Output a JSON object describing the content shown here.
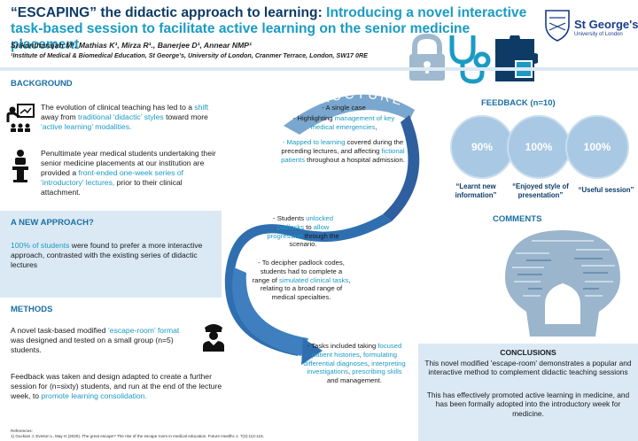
{
  "header": {
    "title_part1": "“ESCAPING” the didactic approach to learning: ",
    "title_part2": "Introducing a novel interactive task-based session to facilitate active learning on the senior medicine placement",
    "authors": "Srikantharajah M¹, Mathias K¹, Mirza R¹., Banerjee D¹, Annear NMP¹",
    "affiliation": "¹Institute of Medical & Biomedical Education, St George’s, University of London, Cranmer Terrace, London, SW17 0RE",
    "logo_name": "St George's",
    "logo_sub": "University of London"
  },
  "icons": {
    "padlock": "padlock-icon",
    "stethoscope": "stethoscope-icon",
    "puzzle": "puzzle-icon",
    "teacher": "teacher-icon",
    "speaker": "speaker-icon",
    "officer": "officer-icon",
    "lightbulb": "lightbulb-word-cloud"
  },
  "colors": {
    "dark_blue": "#0d3b66",
    "teal": "#1b9bc4",
    "heading_blue": "#1a6fa3",
    "light_box": "#dbe9f5",
    "circle": "#a9c8e3"
  },
  "background": {
    "heading": "BACKGROUND",
    "p1_a": "The evolution of clinical teaching has led to a ",
    "p1_b": "shift",
    "p1_c": " away from ",
    "p1_d": "traditional ‘didactic’ styles",
    "p1_e": " toward more ",
    "p1_f": "‘active learning’ modalities.",
    "p2_a": "Penultimate year medical students undertaking their senior medicine placements at our institution are provided a ",
    "p2_b": "front-ended one-week series of  ‘introductory’ lectures,",
    "p2_c": " prior to their clinical attachment."
  },
  "approach": {
    "heading": "A NEW APPROACH?",
    "a": "100% of students",
    "b": " were found to prefer a more interactive approach, contrasted with the existing series of didactic lectures"
  },
  "methods": {
    "heading": "METHODS",
    "p1_a": "A novel task-based modified ",
    "p1_b": "‘escape-room’ format",
    "p1_c": " was designed and tested on a small  group (n=5) students.",
    "p2_a": "Feedback was taken and design adapted to create a further session for (n=sixty) students, and run at the end of the lecture week, to ",
    "p2_b": "promote learning consolidation."
  },
  "structure": {
    "arc_label": "STRUCTURE",
    "b1": "- A single case",
    "b2_a": "- Highlighting ",
    "b2_b": "management of key medical emergencies",
    "b2_c": ",",
    "b3_a": "- Mapped to learning",
    "b3_b": " covered during the preceding lectures, and affecting ",
    "b3_c": "fictional patients",
    "b3_d": " throughout a hospital admission.",
    "b4_a": "- Students ",
    "b4_b": "unlocked padlocks",
    "b4_c": " to ",
    "b4_d": "allow progression",
    "b4_e": " through the scenario.",
    "b5_a": "- To decipher padlock codes, students had to complete a range of ",
    "b5_b": "simulated clinical tasks",
    "b5_c": ", relating to a broad range of medical specialties.",
    "b6_a": "- Tasks included taking ",
    "b6_b": "focused patient histories",
    "b6_c": ", ",
    "b6_d": "formulating differential diagnoses",
    "b6_e": ", ",
    "b6_f": "interpreting investigations",
    "b6_g": ", ",
    "b6_h": "prescribing skills",
    "b6_i": " and management."
  },
  "feedback": {
    "heading": "FEEDBACK (n=10)",
    "items": [
      {
        "value": "90%",
        "label": "“Learnt new information”"
      },
      {
        "value": "100%",
        "label": "“Enjoyed style of presentation”"
      },
      {
        "value": "100%",
        "label": "“Useful session”"
      }
    ]
  },
  "comments": {
    "heading": "COMMENTS"
  },
  "conclusions": {
    "heading": "CONCLUSIONS",
    "p1": "This novel modified 'escape-room' demonstrates a popular and interactive method to complement didactic teaching sessions",
    "p2": "This has effectively promoted active learning in medicine, and has been formally adopted into the introductory week for medicine."
  },
  "references": {
    "heading": "References:",
    "r1": "1) Guckian J, Eveson L, May H (2020). The great escape? The rise of the escape room in medical education. Future Healthc J. 7(2):112-115."
  }
}
